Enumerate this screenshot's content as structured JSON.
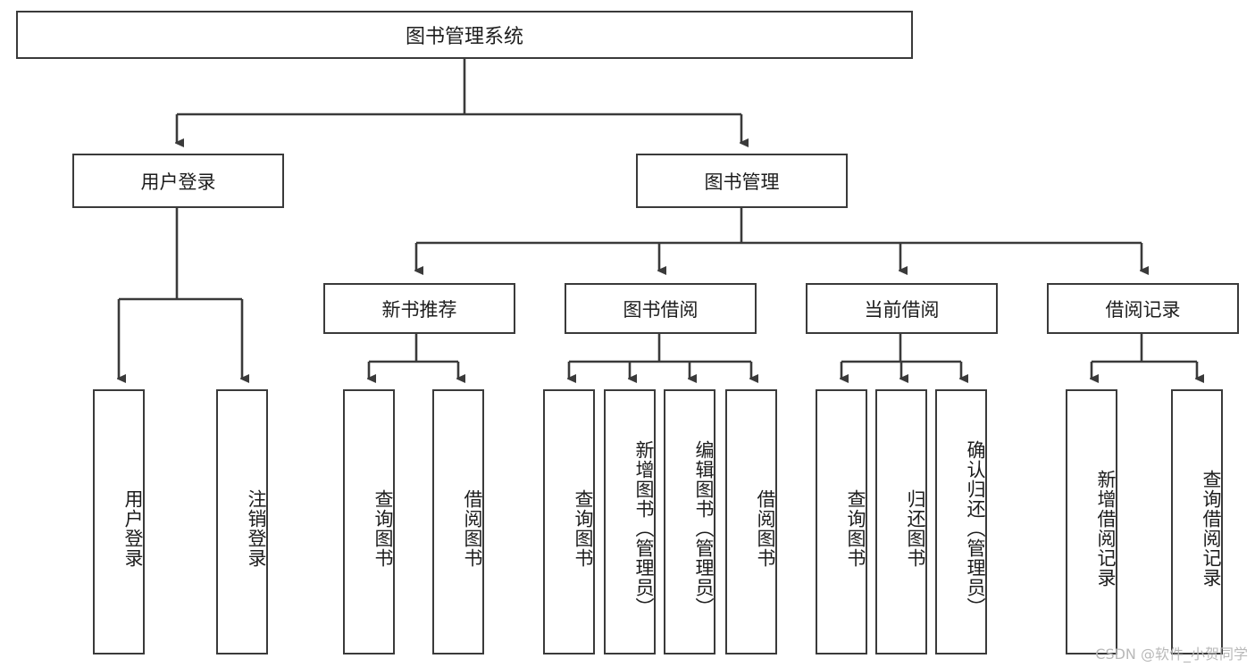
{
  "diagram": {
    "title": "图书管理系统",
    "root": {
      "label": "图书管理系统"
    },
    "level2": [
      {
        "label": "用户登录"
      },
      {
        "label": "图书管理"
      }
    ],
    "level3": [
      {
        "label": "新书推荐"
      },
      {
        "label": "图书借阅"
      },
      {
        "label": "当前借阅"
      },
      {
        "label": "借阅记录"
      }
    ],
    "leaves": [
      {
        "label": "用户登录",
        "parent": "用户登录"
      },
      {
        "label": "注销登录",
        "parent": "用户登录"
      },
      {
        "label": "查询图书",
        "parent": "新书推荐"
      },
      {
        "label": "借阅图书",
        "parent": "新书推荐"
      },
      {
        "label": "查询图书",
        "parent": "图书借阅"
      },
      {
        "label": "新增图书（管理员）",
        "parent": "图书借阅"
      },
      {
        "label": "编辑图书（管理员）",
        "parent": "图书借阅"
      },
      {
        "label": "借阅图书",
        "parent": "图书借阅"
      },
      {
        "label": "查询图书",
        "parent": "当前借阅"
      },
      {
        "label": "归还图书",
        "parent": "当前借阅"
      },
      {
        "label": "确认归还（管理员）",
        "parent": "当前借阅"
      },
      {
        "label": "新增借阅记录",
        "parent": "借阅记录"
      },
      {
        "label": "查询借阅记录",
        "parent": "借阅记录"
      }
    ]
  },
  "watermark": {
    "text": "CSDN @软件_小贺同学"
  },
  "colors": {
    "stroke": "#3a3a3a",
    "background": "#ffffff",
    "text": "#1d1d1d",
    "watermark": "#b9b9b9"
  }
}
